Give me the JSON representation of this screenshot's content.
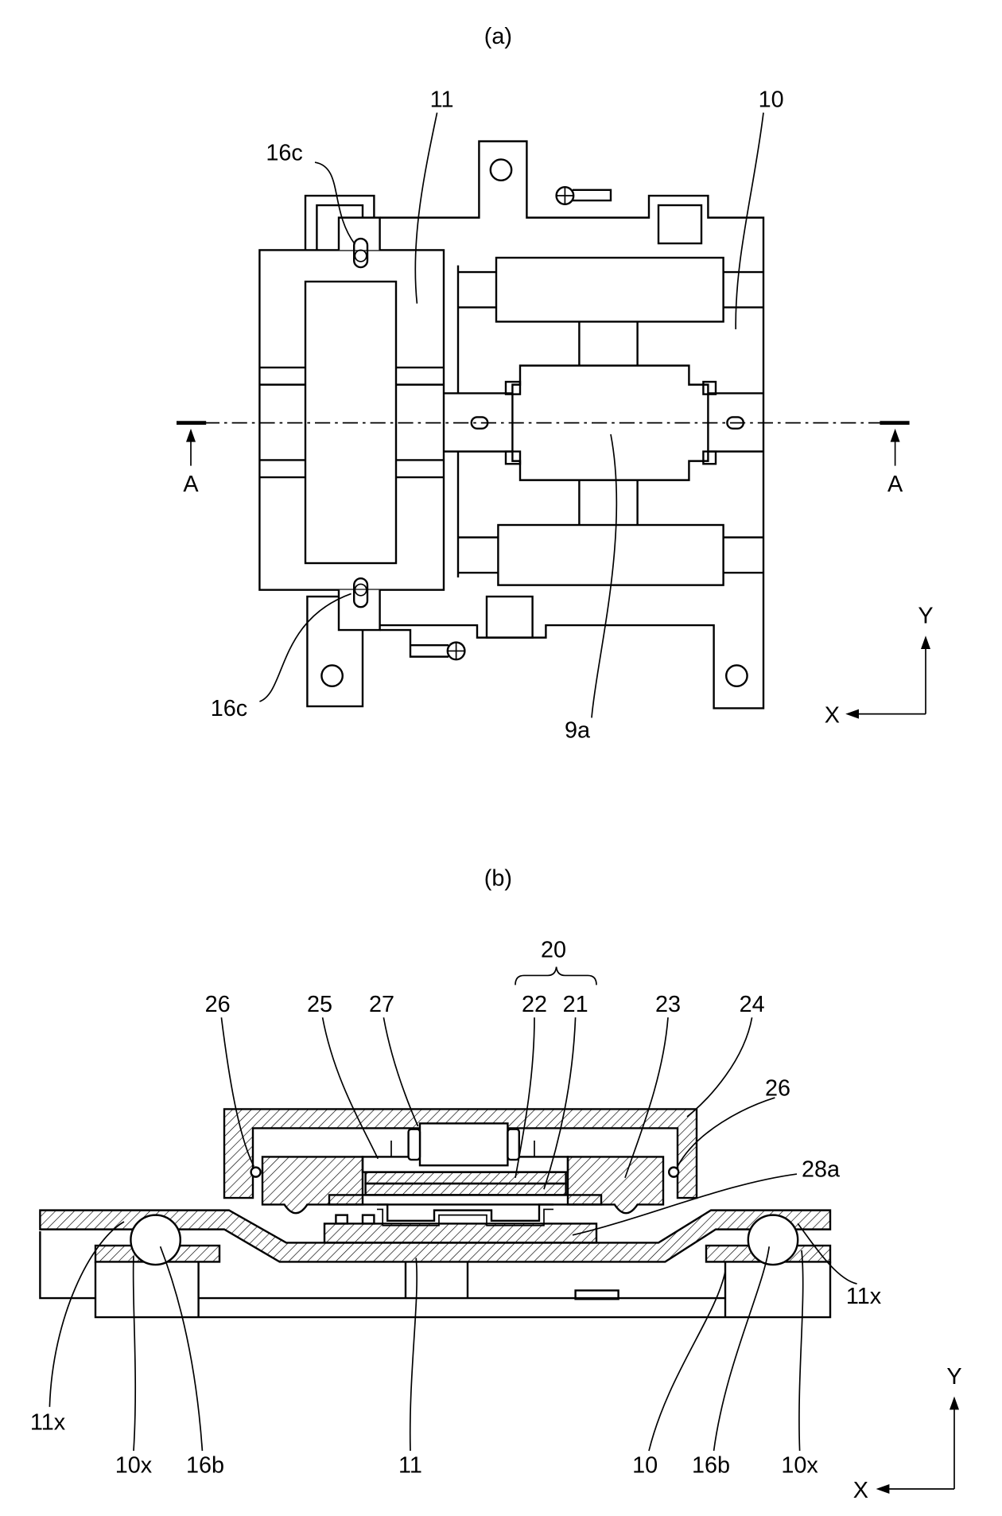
{
  "figure_a": {
    "caption": "(a)",
    "labels": {
      "plate_11": "11",
      "plate_10": "10",
      "slot_16c_top": "16c",
      "slot_16c_bottom": "16c",
      "section_a_left": "A",
      "section_a_right": "A",
      "part_9a": "9a",
      "axis_y": "Y",
      "axis_x": "X"
    }
  },
  "figure_b": {
    "caption": "(b)",
    "labels": {
      "unit_20": "20",
      "part_26_left": "26",
      "part_25": "25",
      "part_27": "27",
      "part_22": "22",
      "part_21": "21",
      "part_23": "23",
      "part_24": "24",
      "part_26_right": "26",
      "part_28a": "28a",
      "part_11x_left": "11x",
      "part_10x_left": "10x",
      "part_16b_left": "16b",
      "part_11": "11",
      "part_10": "10",
      "part_16b_right": "16b",
      "part_10x_right": "10x",
      "part_11x_right": "11x",
      "axis_y": "Y",
      "axis_x": "X"
    }
  }
}
